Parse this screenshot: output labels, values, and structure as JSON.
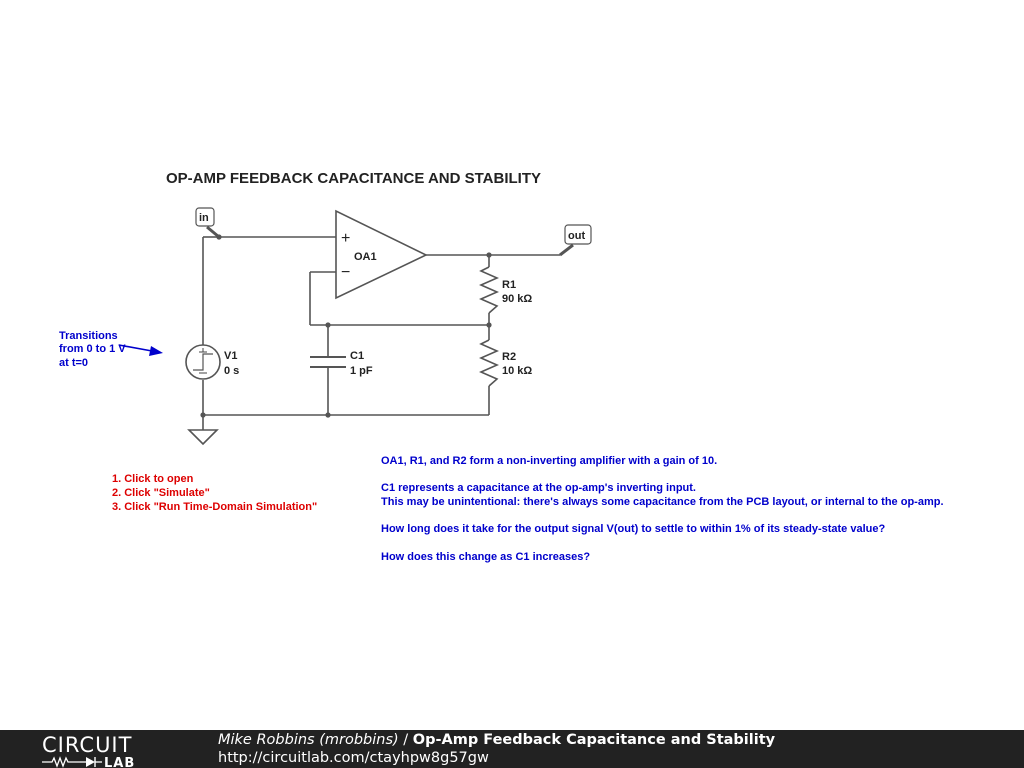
{
  "title": "OP-AMP FEEDBACK CAPACITANCE AND STABILITY",
  "nodes": {
    "in": "in",
    "out": "out"
  },
  "components": {
    "oa1": {
      "name": "OA1",
      "plus": "+",
      "minus": "−"
    },
    "v1": {
      "name": "V1",
      "value": "0 s"
    },
    "c1": {
      "name": "C1",
      "value": "1 pF"
    },
    "r1": {
      "name": "R1",
      "value": "90 kΩ"
    },
    "r2": {
      "name": "R2",
      "value": "10 kΩ"
    }
  },
  "v1_note": [
    "Transitions",
    "from 0 to 1 V",
    "at t=0"
  ],
  "instructions": [
    "1. Click to open",
    "2. Click \"Simulate\"",
    "3. Click \"Run Time-Domain Simulation\""
  ],
  "description": [
    "OA1, R1, and R2 form a non-inverting amplifier with a gain of 10.",
    "C1 represents a capacitance at the op-amp's inverting input.",
    "This may be unintentional: there's always some capacitance from the PCB layout, or internal to the op-amp.",
    "How long does it take for the output signal V(out) to settle to within 1% of its steady-state value?",
    "How does this change as C1 increases?"
  ],
  "colors": {
    "notes": "#0000cc",
    "instructions": "#dd0000",
    "wires": "#555555",
    "footer": "#222222"
  },
  "footer": {
    "logo_top": "CIRCUIT",
    "logo_bottom": "LAB",
    "author": "Mike Robbins (mrobbins)",
    "separator": "/",
    "project_title": "Op-Amp Feedback Capacitance and Stability",
    "url": "http://circuitlab.com/ctayhpw8g57gw"
  }
}
